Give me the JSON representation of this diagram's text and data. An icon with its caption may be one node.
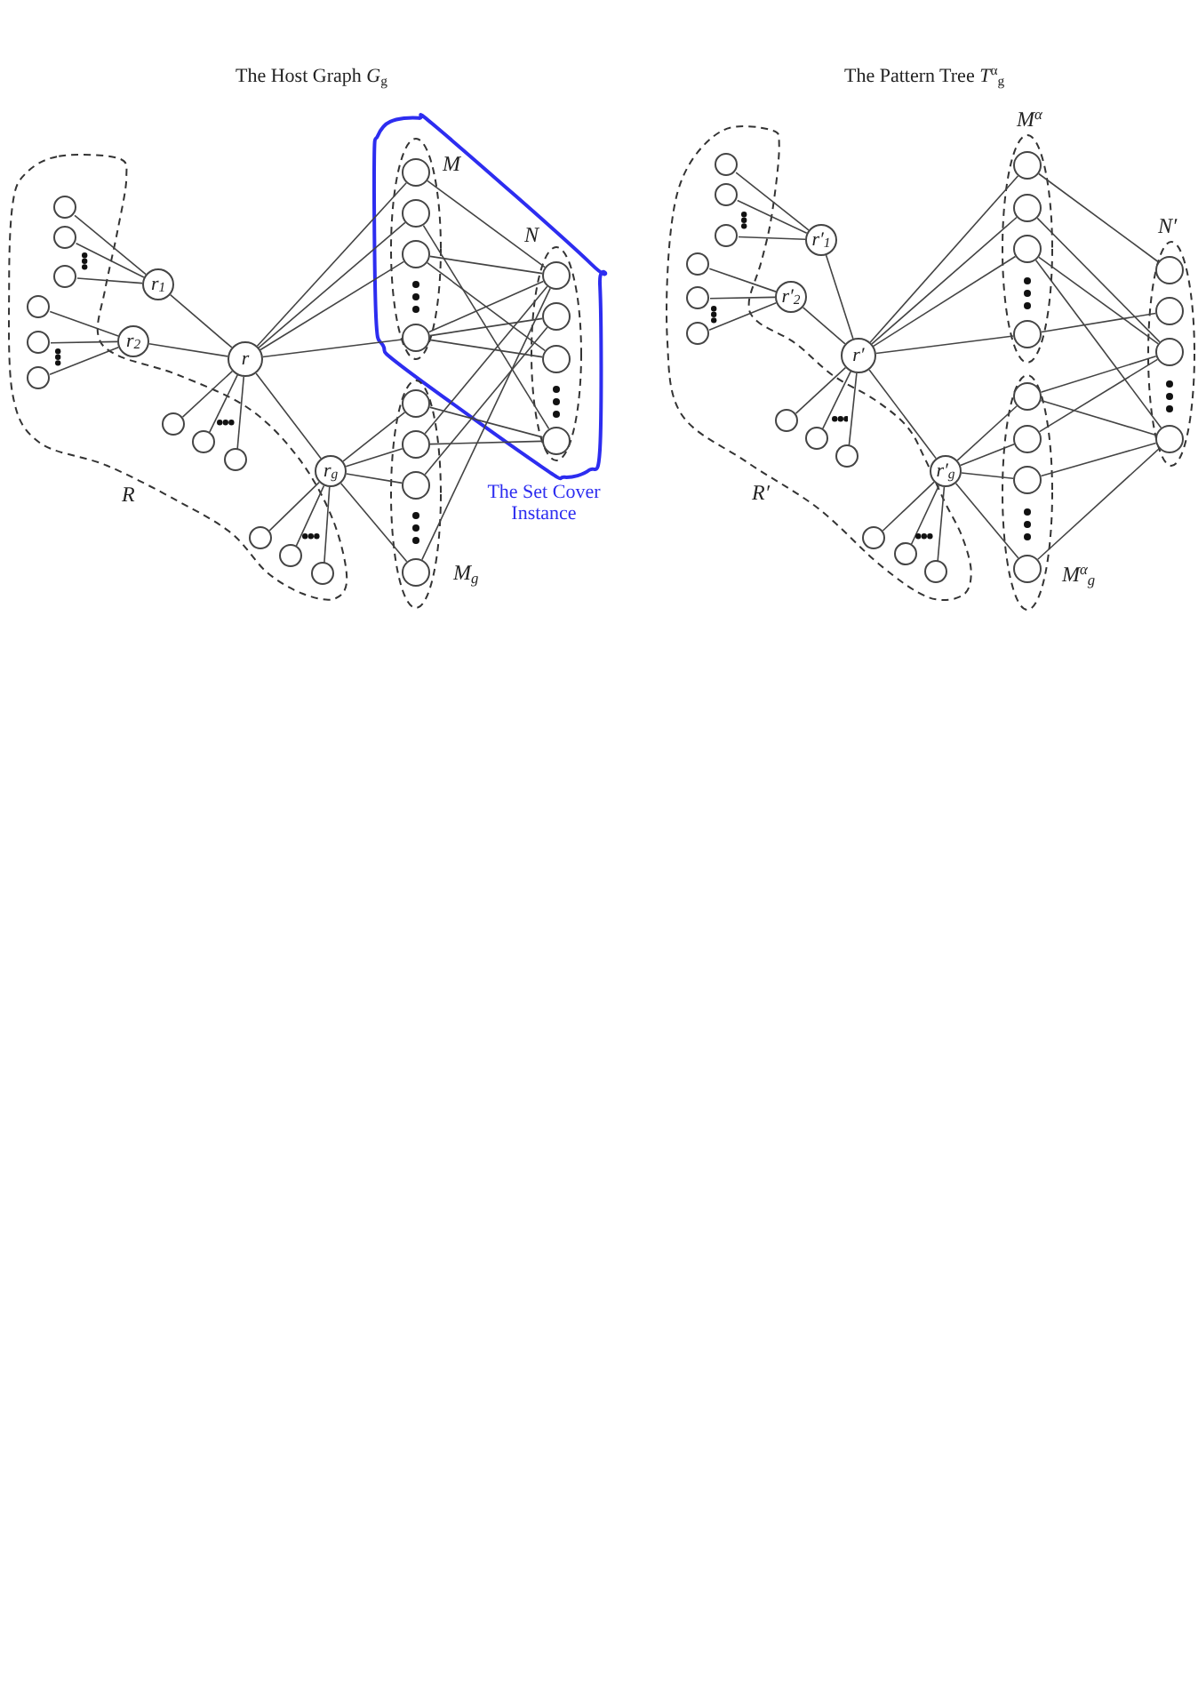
{
  "diagram": {
    "nodes": [
      {
        "text": [
          "R"
        ]
      },
      {
        "text": [],
        "shape": "circle",
        "in": 0
      },
      {
        "text": [],
        "shape": "circle",
        "in": 0
      },
      {
        "text": [],
        "shape": "circle",
        "in": 0
      },
      {
        "text": [],
        "shape": "circle",
        "in": 0
      },
      {
        "text": [],
        "shape": "circle",
        "in": 0
      },
      {
        "text": [],
        "shape": "circle",
        "in": 0
      },
      {
        "text": [
          "r$_{1}$"
        ]
      },
      {
        "text": [
          "r$_{2}$"
        ]
      },
      {
        "text": [
          "r"
        ]
      },
      {
        "text": [],
        "shape": "circle",
        "in": 0
      },
      {
        "text": [],
        "shape": "circle",
        "in": 0
      },
      {
        "text": [],
        "shape": "circle",
        "in": 0
      },
      {
        "text": [
          "r$_{g}$"
        ]
      },
      {
        "text": [],
        "shape": "circle",
        "in": 0
      },
      {
        "text": [],
        "shape": "circle",
        "in": 0
      },
      {
        "text": [],
        "shape": "circle",
        "in": 0
      },
      {
        "text": [
          "The Set Cover Instance"
        ]
      },
      {
        "text": [
          "M"
        ],
        "in": 17
      },
      {
        "text": [],
        "shape": "circle",
        "in": 18
      },
      {
        "text": [],
        "shape": "circle",
        "in": 18
      },
      {
        "text": [],
        "shape": "circle",
        "in": 18
      },
      {
        "text": [],
        "shape": "circle",
        "in": 18
      },
      {
        "text": [
          "N"
        ],
        "in": 17
      },
      {
        "text": [],
        "shape": "circle",
        "in": 23
      },
      {
        "text": [],
        "shape": "circle",
        "in": 23
      },
      {
        "text": [],
        "shape": "circle",
        "in": 23
      },
      {
        "text": [],
        "shape": "circle",
        "in": 23
      },
      {
        "text": [
          "M$_{g}$"
        ]
      },
      {
        "text": [],
        "shape": "circle",
        "in": 28
      },
      {
        "text": [],
        "shape": "circle",
        "in": 28
      },
      {
        "text": [],
        "shape": "circle",
        "in": 28
      },
      {
        "text": [],
        "shape": "circle",
        "in": 28
      },
      {
        "text": [
          "R′"
        ]
      },
      {
        "text": [],
        "shape": "circle",
        "in": 33
      },
      {
        "text": [],
        "shape": "circle",
        "in": 33
      },
      {
        "text": [],
        "shape": "circle",
        "in": 33
      },
      {
        "text": [],
        "shape": "circle",
        "in": 33
      },
      {
        "text": [],
        "shape": "circle",
        "in": 33
      },
      {
        "text": [],
        "shape": "circle",
        "in": 33
      },
      {
        "text": [
          "r′$_{1}$"
        ]
      },
      {
        "text": [
          "r′$_{2}$"
        ]
      },
      {
        "text": [
          "r′"
        ]
      },
      {
        "text": [],
        "shape": "circle",
        "in": 33
      },
      {
        "text": [],
        "shape": "circle",
        "in": 33
      },
      {
        "text": [],
        "shape": "circle",
        "in": 33
      },
      {
        "text": [
          "r′$_{g}$"
        ]
      },
      {
        "text": [],
        "shape": "circle",
        "in": 33
      },
      {
        "text": [],
        "shape": "circle",
        "in": 33
      },
      {
        "text": [],
        "shape": "circle",
        "in": 33
      },
      {
        "text": [
          "M$^{α}$"
        ]
      },
      {
        "text": [],
        "shape": "circle",
        "in": 50
      },
      {
        "text": [],
        "shape": "circle",
        "in": 50
      },
      {
        "text": [],
        "shape": "circle",
        "in": 50
      },
      {
        "text": [],
        "shape": "circle",
        "in": 50
      },
      {
        "text": [
          "N′"
        ]
      },
      {
        "text": [],
        "shape": "circle",
        "in": 55
      },
      {
        "text": [],
        "shape": "circle",
        "in": 55
      },
      {
        "text": [],
        "shape": "circle",
        "in": 55
      },
      {
        "text": [],
        "shape": "circle",
        "in": 55
      },
      {
        "text": [
          "M$^{α}$$_{g}$"
        ]
      },
      {
        "text": [],
        "shape": "circle",
        "in": 60
      },
      {
        "text": [],
        "shape": "circle",
        "in": 60
      },
      {
        "text": [],
        "shape": "circle",
        "in": 60
      },
      {
        "text": [],
        "shape": "circle",
        "in": 60
      }
    ],
    "edges": [
      {
        "from": 1,
        "to": 7,
        "arrow": "none"
      },
      {
        "from": 2,
        "to": 7,
        "arrow": "none"
      },
      {
        "from": 3,
        "to": 7,
        "arrow": "none"
      },
      {
        "from": 4,
        "to": 8,
        "arrow": "none"
      },
      {
        "from": 5,
        "to": 8,
        "arrow": "none"
      },
      {
        "from": 6,
        "to": 8,
        "arrow": "none"
      },
      {
        "from": 7,
        "to": 9,
        "arrow": "none"
      },
      {
        "from": 8,
        "to": 9,
        "arrow": "none"
      },
      {
        "from": 9,
        "to": 10,
        "arrow": "none"
      },
      {
        "from": 9,
        "to": 11,
        "arrow": "none"
      },
      {
        "from": 9,
        "to": 12,
        "arrow": "none"
      },
      {
        "from": 9,
        "to": 13,
        "arrow": "none"
      },
      {
        "from": 13,
        "to": 14,
        "arrow": "none"
      },
      {
        "from": 13,
        "to": 15,
        "arrow": "none"
      },
      {
        "from": 13,
        "to": 16,
        "arrow": "none"
      },
      {
        "from": 9,
        "to": 19,
        "arrow": "none"
      },
      {
        "from": 9,
        "to": 20,
        "arrow": "none"
      },
      {
        "from": 9,
        "to": 21,
        "arrow": "none"
      },
      {
        "from": 9,
        "to": 22,
        "arrow": "none"
      },
      {
        "from": 13,
        "to": 29,
        "arrow": "none"
      },
      {
        "from": 13,
        "to": 30,
        "arrow": "none"
      },
      {
        "from": 13,
        "to": 31,
        "arrow": "none"
      },
      {
        "from": 13,
        "to": 32,
        "arrow": "none"
      },
      {
        "from": 19,
        "to": 24,
        "arrow": "none"
      },
      {
        "from": 20,
        "to": 27,
        "arrow": "none"
      },
      {
        "from": 21,
        "to": 24,
        "arrow": "none"
      },
      {
        "from": 21,
        "to": 26,
        "arrow": "none"
      },
      {
        "from": 22,
        "to": 24,
        "arrow": "none"
      },
      {
        "from": 22,
        "to": 25,
        "arrow": "none"
      },
      {
        "from": 22,
        "to": 26,
        "arrow": "none"
      },
      {
        "from": 29,
        "to": 27,
        "arrow": "none"
      },
      {
        "from": 30,
        "to": 27,
        "arrow": "none"
      },
      {
        "from": 30,
        "to": 24,
        "arrow": "none"
      },
      {
        "from": 31,
        "to": 25,
        "arrow": "none"
      },
      {
        "from": 32,
        "to": 24,
        "arrow": "none"
      },
      {
        "from": 34,
        "to": 40,
        "arrow": "none"
      },
      {
        "from": 35,
        "to": 40,
        "arrow": "none"
      },
      {
        "from": 36,
        "to": 40,
        "arrow": "none"
      },
      {
        "from": 37,
        "to": 41,
        "arrow": "none"
      },
      {
        "from": 38,
        "to": 41,
        "arrow": "none"
      },
      {
        "from": 39,
        "to": 41,
        "arrow": "none"
      },
      {
        "from": 40,
        "to": 42,
        "arrow": "none"
      },
      {
        "from": 41,
        "to": 42,
        "arrow": "none"
      },
      {
        "from": 42,
        "to": 43,
        "arrow": "none"
      },
      {
        "from": 42,
        "to": 44,
        "arrow": "none"
      },
      {
        "from": 42,
        "to": 45,
        "arrow": "none"
      },
      {
        "from": 42,
        "to": 46,
        "arrow": "none"
      },
      {
        "from": 46,
        "to": 47,
        "arrow": "none"
      },
      {
        "from": 46,
        "to": 48,
        "arrow": "none"
      },
      {
        "from": 46,
        "to": 49,
        "arrow": "none"
      },
      {
        "from": 42,
        "to": 51,
        "arrow": "none"
      },
      {
        "from": 42,
        "to": 52,
        "arrow": "none"
      },
      {
        "from": 42,
        "to": 53,
        "arrow": "none"
      },
      {
        "from": 42,
        "to": 54,
        "arrow": "none"
      },
      {
        "from": 46,
        "to": 61,
        "arrow": "none"
      },
      {
        "from": 46,
        "to": 62,
        "arrow": "none"
      },
      {
        "from": 46,
        "to": 63,
        "arrow": "none"
      },
      {
        "from": 46,
        "to": 64,
        "arrow": "none"
      },
      {
        "from": 51,
        "to": 56,
        "arrow": "none"
      },
      {
        "from": 52,
        "to": 58,
        "arrow": "none"
      },
      {
        "from": 53,
        "to": 58,
        "arrow": "none"
      },
      {
        "from": 53,
        "to": 59,
        "arrow": "none"
      },
      {
        "from": 54,
        "to": 57,
        "arrow": "none"
      },
      {
        "from": 61,
        "to": 58,
        "arrow": "none"
      },
      {
        "from": 61,
        "to": 59,
        "arrow": "none"
      },
      {
        "from": 62,
        "to": 58,
        "arrow": "none"
      },
      {
        "from": 63,
        "to": 59,
        "arrow": "none"
      },
      {
        "from": 64,
        "to": 59,
        "arrow": "none"
      }
    ],
    "labels": [
      "The Host Graph *G*$_{g}$",
      "The Pattern Tree *T*$^{α}$$_{g}$"
    ]
  }
}
